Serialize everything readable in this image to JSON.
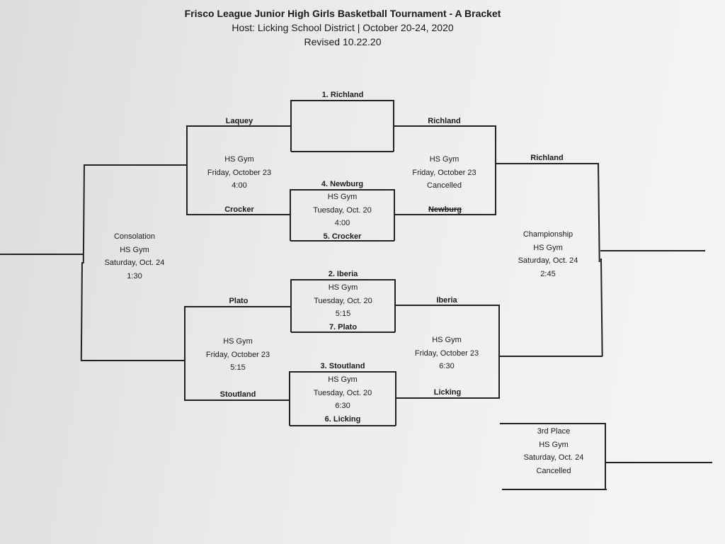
{
  "header": {
    "title": "Frisco League Junior High Girls Basketball Tournament - A Bracket",
    "host": "Host: Licking School District | October 20-24, 2020",
    "revised": "Revised 10.22.20"
  },
  "seeds": {
    "s1": "1. Richland",
    "s4": "4. Newburg",
    "s5": "5. Crocker",
    "s2": "2. Iberia",
    "s7": "7. Plato",
    "s3": "3. Stoutland",
    "s6": "6. Licking"
  },
  "round1": {
    "g45": {
      "venue": "HS Gym",
      "date": "Tuesday, Oct. 20",
      "time": "4:00"
    },
    "g27": {
      "venue": "HS Gym",
      "date": "Tuesday, Oct. 20",
      "time": "5:15"
    },
    "g36": {
      "venue": "HS Gym",
      "date": "Tuesday, Oct. 20",
      "time": "6:30"
    }
  },
  "semis": {
    "left_top": {
      "team_top": "Laquey",
      "team_bottom": "Crocker",
      "venue": "HS Gym",
      "date": "Friday, October 23",
      "time": "4:00"
    },
    "left_bottom": {
      "team_top": "Plato",
      "team_bottom": "Stoutland",
      "venue": "HS Gym",
      "date": "Friday, October 23",
      "time": "5:15"
    },
    "right_top": {
      "team_top": "Richland",
      "team_bottom": "Newburg",
      "venue": "HS Gym",
      "date": "Friday, October 23",
      "time": "Cancelled"
    },
    "right_bottom": {
      "team_top": "Iberia",
      "team_bottom": "Licking",
      "venue": "HS Gym",
      "date": "Friday, October 23",
      "time": "6:30"
    }
  },
  "finals": {
    "consolation": {
      "title": "Consolation",
      "venue": "HS Gym",
      "date": "Saturday, Oct. 24",
      "time": "1:30"
    },
    "championship": {
      "team_top": "Richland",
      "title": "Championship",
      "venue": "HS Gym",
      "date": "Saturday, Oct. 24",
      "time": "2:45"
    },
    "third": {
      "title": "3rd Place",
      "venue": "HS Gym",
      "date": "Saturday, Oct. 24",
      "time": "Cancelled"
    }
  }
}
